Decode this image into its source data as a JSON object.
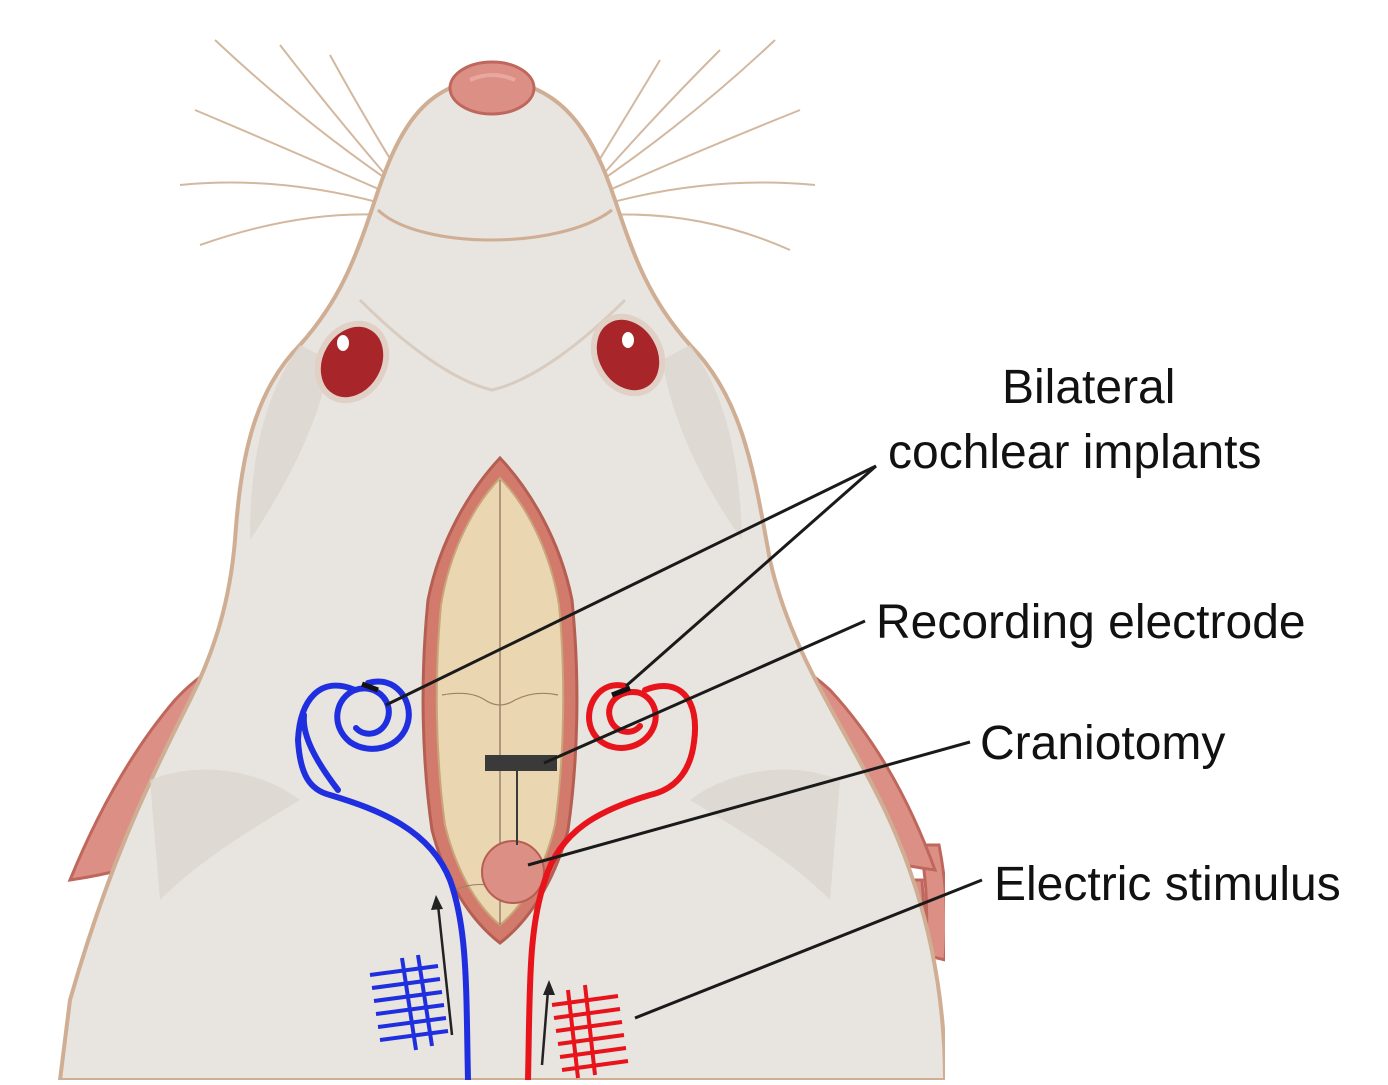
{
  "labels": {
    "bilateral_line1": "Bilateral",
    "bilateral_line2": "cochlear implants",
    "recording_electrode": "Recording electrode",
    "craniotomy": "Craniotomy",
    "electric_stimulus": "Electric stimulus"
  },
  "colors": {
    "fur": "#e8e4df",
    "fur_outline": "#cfae94",
    "fur_shade": "#d9d3cc",
    "pink": "#dc8f85",
    "pink_dark": "#c0675d",
    "eye": "#a8262a",
    "skull": "#ebd6b2",
    "incision": "#d27a6c",
    "left_implant": "#1f2fe0",
    "right_implant": "#e8141c",
    "leader_line": "#1a1a1a",
    "electrode_block": "#3a3a3a"
  },
  "icons": [
    "rat-illustration",
    "cochlear-spiral-icon",
    "stimulus-pulse-icon"
  ]
}
